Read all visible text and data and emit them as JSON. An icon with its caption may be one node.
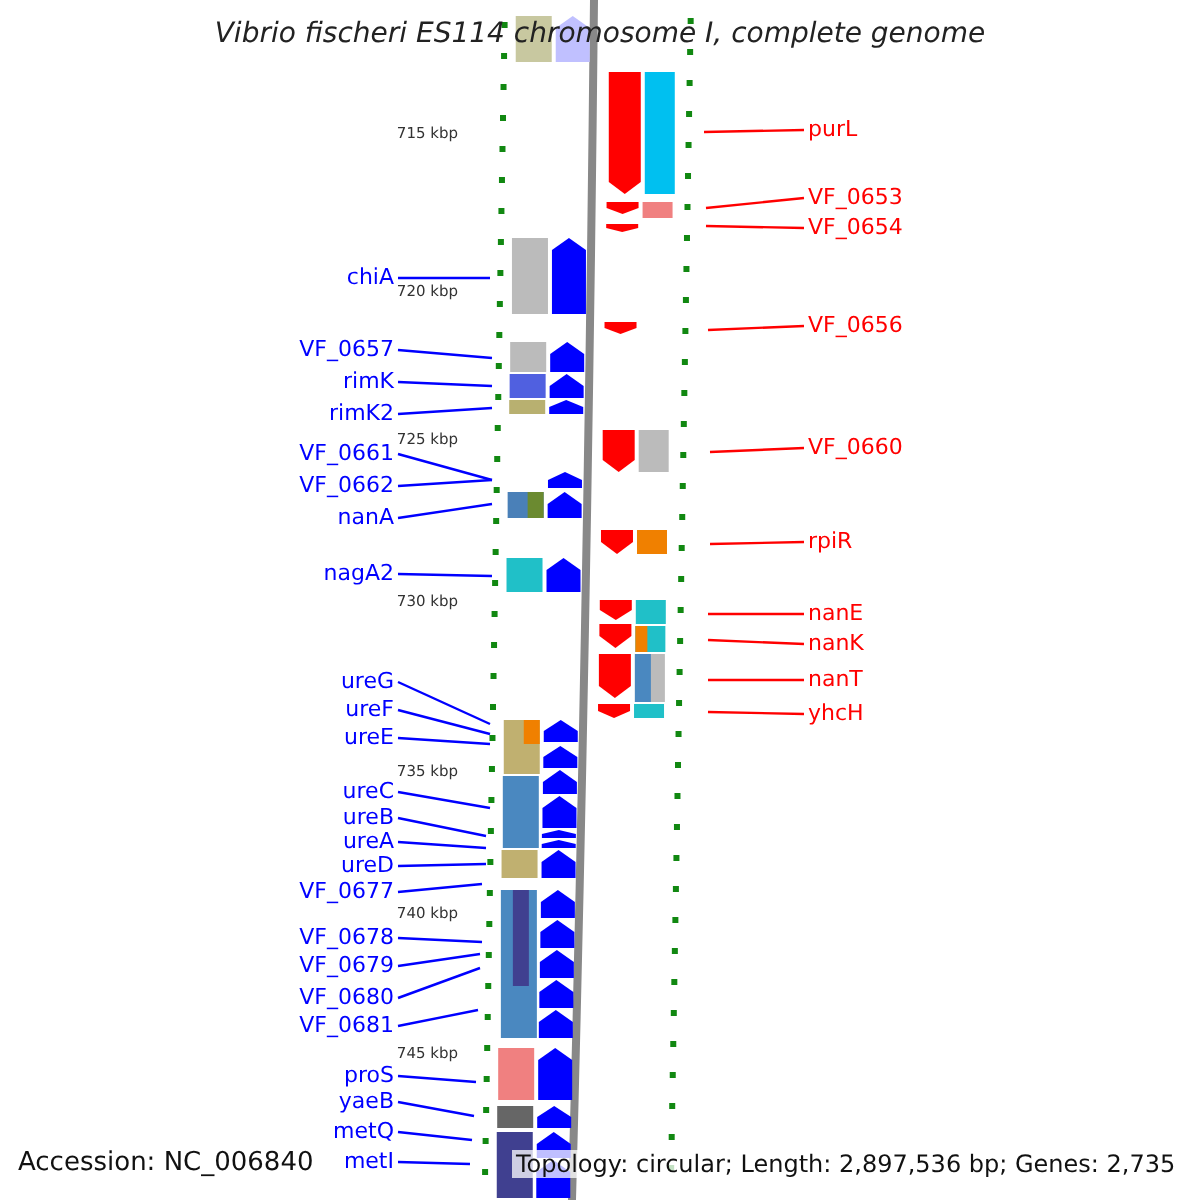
{
  "diagram": {
    "title": "Vibrio fischeri ES114 chromosome I, complete genome",
    "nodes": [
      {
        "text": [
          "chiA"
        ]
      },
      {
        "text": [
          "VF_0657"
        ]
      },
      {
        "text": [
          "rimK"
        ]
      },
      {
        "text": [
          "rimK2"
        ]
      },
      {
        "text": [
          "VF_0661"
        ]
      },
      {
        "text": [
          "VF_0662"
        ]
      },
      {
        "text": [
          "nanA"
        ]
      },
      {
        "text": [
          "nagA2"
        ]
      },
      {
        "text": [
          "ureG"
        ]
      },
      {
        "text": [
          "ureF"
        ]
      },
      {
        "text": [
          "ureE"
        ]
      },
      {
        "text": [
          "ureC"
        ]
      },
      {
        "text": [
          "ureB"
        ]
      },
      {
        "text": [
          "ureA"
        ]
      },
      {
        "text": [
          "ureD"
        ]
      },
      {
        "text": [
          "VF_0677"
        ]
      },
      {
        "text": [
          "VF_0678"
        ]
      },
      {
        "text": [
          "VF_0679"
        ]
      },
      {
        "text": [
          "VF_0680"
        ]
      },
      {
        "text": [
          "VF_0681"
        ]
      },
      {
        "text": [
          "proS"
        ]
      },
      {
        "text": [
          "yaeB"
        ]
      },
      {
        "text": [
          "metQ"
        ]
      },
      {
        "text": [
          "metI"
        ]
      },
      {
        "text": [
          "purL"
        ]
      },
      {
        "text": [
          "VF_0653"
        ]
      },
      {
        "text": [
          "VF_0654"
        ]
      },
      {
        "text": [
          "VF_0656"
        ]
      },
      {
        "text": [
          "VF_0660"
        ]
      },
      {
        "text": [
          "rpiR"
        ]
      },
      {
        "text": [
          "nanE"
        ]
      },
      {
        "text": [
          "nanK"
        ]
      },
      {
        "text": [
          "nanT"
        ]
      },
      {
        "text": [
          "yhcH"
        ]
      }
    ],
    "edges": [
      {
        "from": 0,
        "to": null,
        "arrow": "none"
      },
      {
        "from": 1,
        "to": null,
        "arrow": "none"
      },
      {
        "from": 2,
        "to": null,
        "arrow": "none"
      },
      {
        "from": 3,
        "to": null,
        "arrow": "none"
      },
      {
        "from": 4,
        "to": null,
        "arrow": "none"
      },
      {
        "from": 5,
        "to": null,
        "arrow": "none"
      },
      {
        "from": 6,
        "to": null,
        "arrow": "none"
      },
      {
        "from": 7,
        "to": null,
        "arrow": "none"
      },
      {
        "from": 8,
        "to": null,
        "arrow": "none"
      },
      {
        "from": 9,
        "to": null,
        "arrow": "none"
      },
      {
        "from": 10,
        "to": null,
        "arrow": "none"
      },
      {
        "from": 11,
        "to": null,
        "arrow": "none"
      },
      {
        "from": 12,
        "to": null,
        "arrow": "none"
      },
      {
        "from": 13,
        "to": null,
        "arrow": "none"
      },
      {
        "from": 14,
        "to": null,
        "arrow": "none"
      },
      {
        "from": 15,
        "to": null,
        "arrow": "none"
      },
      {
        "from": 16,
        "to": null,
        "arrow": "none"
      },
      {
        "from": 17,
        "to": null,
        "arrow": "none"
      },
      {
        "from": 18,
        "to": null,
        "arrow": "none"
      },
      {
        "from": 19,
        "to": null,
        "arrow": "none"
      },
      {
        "from": 20,
        "to": null,
        "arrow": "none"
      },
      {
        "from": 21,
        "to": null,
        "arrow": "none"
      },
      {
        "from": 22,
        "to": null,
        "arrow": "none"
      },
      {
        "from": 23,
        "to": null,
        "arrow": "none"
      },
      {
        "from": 24,
        "to": null,
        "arrow": "none",
        "color": "#ff0000"
      },
      {
        "from": 25,
        "to": null,
        "arrow": "none",
        "color": "#ff0000"
      },
      {
        "from": 26,
        "to": null,
        "arrow": "none",
        "color": "#ff0000"
      },
      {
        "from": 27,
        "to": null,
        "arrow": "none",
        "color": "#ff0000"
      },
      {
        "from": 28,
        "to": null,
        "arrow": "none",
        "color": "#ff0000"
      },
      {
        "from": 29,
        "to": null,
        "arrow": "none",
        "color": "#ff0000"
      },
      {
        "from": 30,
        "to": null,
        "arrow": "none",
        "color": "#ff0000"
      },
      {
        "from": 31,
        "to": null,
        "arrow": "none",
        "color": "#ff0000"
      },
      {
        "from": 32,
        "to": null,
        "arrow": "none",
        "color": "#ff0000"
      },
      {
        "from": 33,
        "to": null,
        "arrow": "none",
        "color": "#ff0000"
      }
    ],
    "labels": [
      "715 kbp",
      "720 kbp",
      "725 kbp",
      "730 kbp",
      "735 kbp",
      "740 kbp",
      "745 kbp",
      "Accession: NC_006840",
      "Topology: circular; Length: 2,897,536 bp; Genes: 2,735"
    ]
  }
}
